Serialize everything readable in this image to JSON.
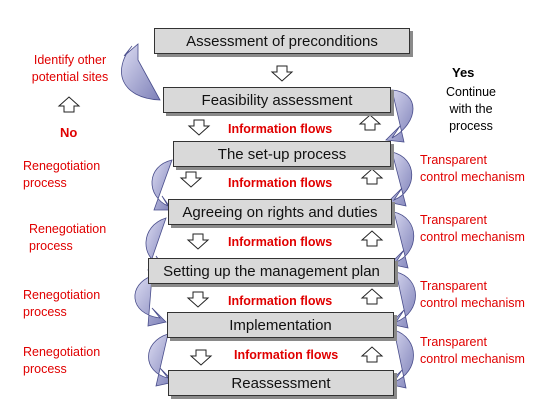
{
  "steps": [
    "Assessment of preconditions",
    "Feasibility assessment",
    "The set-up process",
    "Agreeing on rights and duties",
    "Setting up the management plan",
    "Implementation",
    "Reassessment"
  ],
  "flow_label": "Information flows",
  "left_labels": {
    "identify": "Identify other\npotential sites",
    "no": "No",
    "renegotiation": "Renegotiation\nprocess"
  },
  "right_labels": {
    "yes": "Yes",
    "continue": "Continue\nwith the\nprocess",
    "transparent": "Transparent\ncontrol mechanism"
  },
  "colors": {
    "box_fill": "#d9d9d9",
    "arrow_fill": "#b6b8dd",
    "arrow_stroke": "#4a4e8c",
    "accent_red": "#e00000"
  }
}
